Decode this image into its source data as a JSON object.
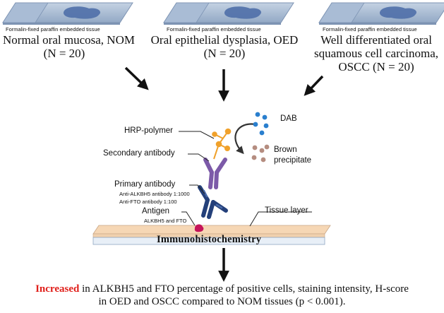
{
  "samples": [
    {
      "slide_label": "Formalin-fixed paraffin embedded tissue",
      "name": "Normal oral mucosa, NOM",
      "count": "(N = 20)"
    },
    {
      "slide_label": "Formalin-fixed paraffin embedded tissue",
      "name": "Oral epithelial dysplasia, OED",
      "count": "(N = 20)"
    },
    {
      "slide_label": "Formalin-fixed paraffin embedded tissue",
      "name_line1": "Well differentiated oral",
      "name_line2": "squamous cell carcinoma,",
      "name_line3": "OSCC (N = 20)"
    }
  ],
  "labels": {
    "dab": "DAB",
    "hrp_polymer": "HRP-polymer",
    "brown_line1": "Brown",
    "brown_line2": "precipitate",
    "secondary_antibody": "Secondary antibody",
    "primary_antibody": "Primary antibody",
    "anti_alkbh5": "Anti-ALKBH5 antibody 1:1000",
    "anti_fto": "Anti-FTO antibody 1:100",
    "antigen": "Antigen",
    "antigen_detail": "ALKBH5 and FTO",
    "tissue_layer": "Tissue layer",
    "method": "Immunohistochemistry"
  },
  "result": {
    "highlight": "Increased",
    "line1_rest": " in ALKBH5 and FTO percentage of positive cells, staining intensity, H-score",
    "line2": "in OED and OSCC compared to NOM tissues (p < 0.001)."
  },
  "colors": {
    "slide_fill": "#9fb3cc",
    "tissue_blob": "#4f6fa8",
    "hrp": "#f0a12b",
    "secondary": "#7c5aa8",
    "primary": "#24407a",
    "antigen": "#c4145a",
    "dab_dots": "#2a7fce",
    "brown_dots": "#b58d80",
    "tissue_layer": "#f6d7b5",
    "highlight": "#e0201b"
  }
}
